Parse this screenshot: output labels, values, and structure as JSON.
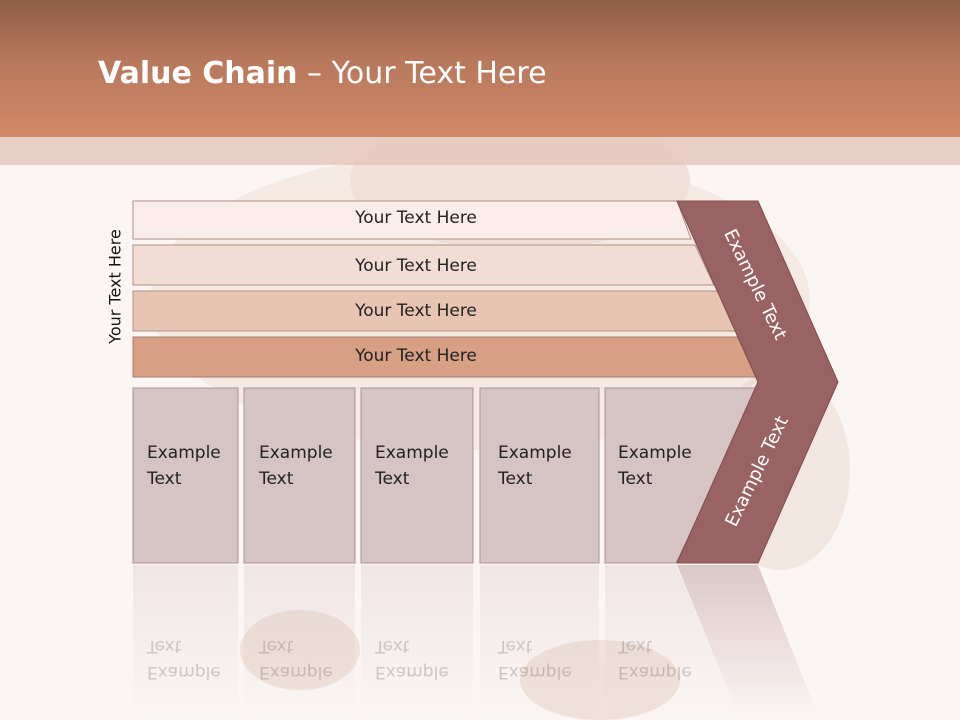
{
  "slide": {
    "title_bold": "Value Chain",
    "title_rest": " – Your Text Here"
  },
  "diagram": {
    "side_label": "Your Text Here",
    "bars": [
      {
        "label": "Your Text Here",
        "color": "#fbeeea"
      },
      {
        "label": "Your Text Here",
        "color": "#f2ddd4"
      },
      {
        "label": "Your Text Here",
        "color": "#e8c4b3"
      },
      {
        "label": "Your Text Here",
        "color": "#d7a084"
      }
    ],
    "boxes": [
      {
        "line1": "Example",
        "line2": "Text"
      },
      {
        "line1": "Example",
        "line2": "Text"
      },
      {
        "line1": "Example",
        "line2": "Text"
      },
      {
        "line1": "Example",
        "line2": "Text"
      },
      {
        "line1": "Example",
        "line2": "Text"
      }
    ],
    "chevron_upper_label": "Example Text",
    "chevron_lower_label": "Example Text",
    "colors": {
      "box_fill": "#d6c3c3",
      "chevron_fill": "#9a6363",
      "header": "#c2805f"
    }
  }
}
